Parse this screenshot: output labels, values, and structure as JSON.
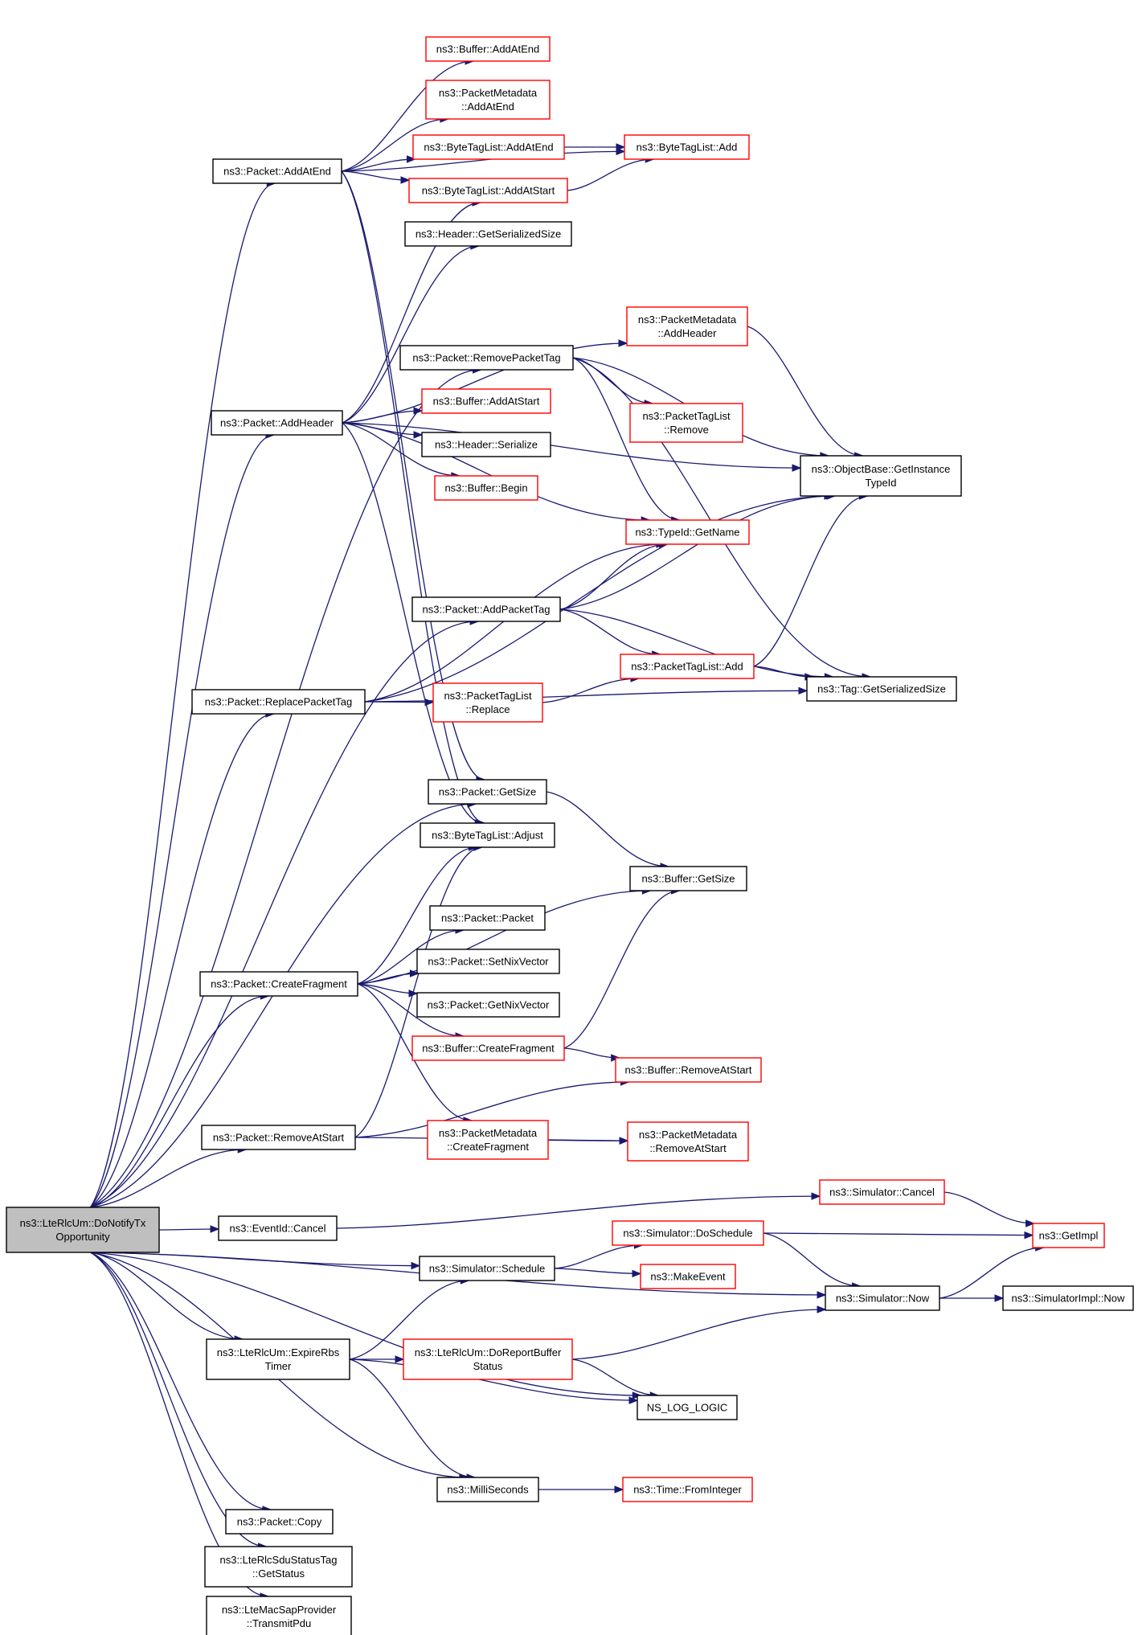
{
  "colors": {
    "edge": "#191970",
    "node_border_default": "#000000",
    "node_border_truncated": "#ff0000",
    "node_fill": "#ffffff",
    "root_fill": "#bfbfbf"
  },
  "nodes": [
    {
      "id": "root",
      "lines": [
        "ns3::LteRlcUm::DoNotifyTx",
        "Opportunity"
      ],
      "style": "root"
    },
    {
      "id": "addAtEnd",
      "lines": [
        "ns3::Packet::AddAtEnd"
      ],
      "style": "normal"
    },
    {
      "id": "bufAddAtEnd",
      "lines": [
        "ns3::Buffer::AddAtEnd"
      ],
      "style": "truncated"
    },
    {
      "id": "pmAddAtEnd",
      "lines": [
        "ns3::PacketMetadata",
        "::AddAtEnd"
      ],
      "style": "truncated"
    },
    {
      "id": "btlAddAtEnd",
      "lines": [
        "ns3::ByteTagList::AddAtEnd"
      ],
      "style": "truncated"
    },
    {
      "id": "btlAdd",
      "lines": [
        "ns3::ByteTagList::Add"
      ],
      "style": "truncated"
    },
    {
      "id": "btlAddAtStart",
      "lines": [
        "ns3::ByteTagList::AddAtStart"
      ],
      "style": "truncated"
    },
    {
      "id": "hdrGetSerSize",
      "lines": [
        "ns3::Header::GetSerializedSize"
      ],
      "style": "normal"
    },
    {
      "id": "pmAddHeader",
      "lines": [
        "ns3::PacketMetadata",
        "::AddHeader"
      ],
      "style": "truncated"
    },
    {
      "id": "removePacketTag",
      "lines": [
        "ns3::Packet::RemovePacketTag"
      ],
      "style": "normal"
    },
    {
      "id": "bufAddAtStart",
      "lines": [
        "ns3::Buffer::AddAtStart"
      ],
      "style": "truncated"
    },
    {
      "id": "ptlRemove",
      "lines": [
        "ns3::PacketTagList",
        "::Remove"
      ],
      "style": "truncated"
    },
    {
      "id": "addHeader",
      "lines": [
        "ns3::Packet::AddHeader"
      ],
      "style": "normal"
    },
    {
      "id": "hdrSerialize",
      "lines": [
        "ns3::Header::Serialize"
      ],
      "style": "normal"
    },
    {
      "id": "obGetInstance",
      "lines": [
        "ns3::ObjectBase::GetInstance",
        "TypeId"
      ],
      "style": "normal"
    },
    {
      "id": "bufBegin",
      "lines": [
        "ns3::Buffer::Begin"
      ],
      "style": "truncated"
    },
    {
      "id": "typeIdGetName",
      "lines": [
        "ns3::TypeId::GetName"
      ],
      "style": "truncated"
    },
    {
      "id": "addPacketTag",
      "lines": [
        "ns3::Packet::AddPacketTag"
      ],
      "style": "normal"
    },
    {
      "id": "ptlAdd",
      "lines": [
        "ns3::PacketTagList::Add"
      ],
      "style": "truncated"
    },
    {
      "id": "tagGetSerSize",
      "lines": [
        "ns3::Tag::GetSerializedSize"
      ],
      "style": "normal"
    },
    {
      "id": "replacePacketTag",
      "lines": [
        "ns3::Packet::ReplacePacketTag"
      ],
      "style": "normal"
    },
    {
      "id": "ptlReplace",
      "lines": [
        "ns3::PacketTagList",
        "::Replace"
      ],
      "style": "truncated"
    },
    {
      "id": "packetGetSize",
      "lines": [
        "ns3::Packet::GetSize"
      ],
      "style": "normal"
    },
    {
      "id": "btlAdjust",
      "lines": [
        "ns3::ByteTagList::Adjust"
      ],
      "style": "normal"
    },
    {
      "id": "bufGetSize",
      "lines": [
        "ns3::Buffer::GetSize"
      ],
      "style": "normal"
    },
    {
      "id": "packetPacket",
      "lines": [
        "ns3::Packet::Packet"
      ],
      "style": "normal"
    },
    {
      "id": "setNixVector",
      "lines": [
        "ns3::Packet::SetNixVector"
      ],
      "style": "normal"
    },
    {
      "id": "createFragment",
      "lines": [
        "ns3::Packet::CreateFragment"
      ],
      "style": "normal"
    },
    {
      "id": "getNixVector",
      "lines": [
        "ns3::Packet::GetNixVector"
      ],
      "style": "normal"
    },
    {
      "id": "bufCreateFragment",
      "lines": [
        "ns3::Buffer::CreateFragment"
      ],
      "style": "truncated"
    },
    {
      "id": "bufRemoveAtStart",
      "lines": [
        "ns3::Buffer::RemoveAtStart"
      ],
      "style": "truncated"
    },
    {
      "id": "pmCreateFragment",
      "lines": [
        "ns3::PacketMetadata",
        "::CreateFragment"
      ],
      "style": "truncated"
    },
    {
      "id": "removeAtStart",
      "lines": [
        "ns3::Packet::RemoveAtStart"
      ],
      "style": "normal"
    },
    {
      "id": "pmRemoveAtStart",
      "lines": [
        "ns3::PacketMetadata",
        "::RemoveAtStart"
      ],
      "style": "truncated"
    },
    {
      "id": "simCancel",
      "lines": [
        "ns3::Simulator::Cancel"
      ],
      "style": "truncated"
    },
    {
      "id": "eventIdCancel",
      "lines": [
        "ns3::EventId::Cancel"
      ],
      "style": "normal"
    },
    {
      "id": "getImpl",
      "lines": [
        "ns3::GetImpl"
      ],
      "style": "truncated"
    },
    {
      "id": "simDoSchedule",
      "lines": [
        "ns3::Simulator::DoSchedule"
      ],
      "style": "truncated"
    },
    {
      "id": "simSchedule",
      "lines": [
        "ns3::Simulator::Schedule"
      ],
      "style": "normal"
    },
    {
      "id": "makeEvent",
      "lines": [
        "ns3::MakeEvent"
      ],
      "style": "truncated"
    },
    {
      "id": "simNow",
      "lines": [
        "ns3::Simulator::Now"
      ],
      "style": "normal"
    },
    {
      "id": "simImplNow",
      "lines": [
        "ns3::SimulatorImpl::Now"
      ],
      "style": "normal"
    },
    {
      "id": "expireRbsTimer",
      "lines": [
        "ns3::LteRlcUm::ExpireRbs",
        "Timer"
      ],
      "style": "normal"
    },
    {
      "id": "doReportBufferStatus",
      "lines": [
        "ns3::LteRlcUm::DoReportBuffer",
        "Status"
      ],
      "style": "truncated"
    },
    {
      "id": "nsLogLogic",
      "lines": [
        "NS_LOG_LOGIC"
      ],
      "style": "normal"
    },
    {
      "id": "milliSeconds",
      "lines": [
        "ns3::MilliSeconds"
      ],
      "style": "normal"
    },
    {
      "id": "timeFromInteger",
      "lines": [
        "ns3::Time::FromInteger"
      ],
      "style": "truncated"
    },
    {
      "id": "packetCopy",
      "lines": [
        "ns3::Packet::Copy"
      ],
      "style": "normal"
    },
    {
      "id": "sduGetStatus",
      "lines": [
        "ns3::LteRlcSduStatusTag",
        "::GetStatus"
      ],
      "style": "normal"
    },
    {
      "id": "transmitPdu",
      "lines": [
        "ns3::LteMacSapProvider",
        "::TransmitPdu"
      ],
      "style": "normal"
    }
  ],
  "edges": [
    [
      "root",
      "addAtEnd"
    ],
    [
      "root",
      "addHeader"
    ],
    [
      "root",
      "removePacketTag"
    ],
    [
      "root",
      "addPacketTag"
    ],
    [
      "root",
      "replacePacketTag"
    ],
    [
      "root",
      "packetGetSize"
    ],
    [
      "root",
      "createFragment"
    ],
    [
      "root",
      "removeAtStart"
    ],
    [
      "root",
      "eventIdCancel"
    ],
    [
      "root",
      "simSchedule"
    ],
    [
      "root",
      "simNow"
    ],
    [
      "root",
      "expireRbsTimer"
    ],
    [
      "root",
      "nsLogLogic"
    ],
    [
      "root",
      "milliSeconds"
    ],
    [
      "root",
      "packetCopy"
    ],
    [
      "root",
      "sduGetStatus"
    ],
    [
      "root",
      "transmitPdu"
    ],
    [
      "addAtEnd",
      "bufAddAtEnd"
    ],
    [
      "addAtEnd",
      "pmAddAtEnd"
    ],
    [
      "addAtEnd",
      "btlAddAtEnd"
    ],
    [
      "addAtEnd",
      "btlAdd"
    ],
    [
      "addAtEnd",
      "btlAddAtStart"
    ],
    [
      "addAtEnd",
      "packetGetSize"
    ],
    [
      "addAtEnd",
      "btlAdjust"
    ],
    [
      "btlAddAtEnd",
      "btlAdd"
    ],
    [
      "btlAddAtStart",
      "btlAdd"
    ],
    [
      "addHeader",
      "btlAddAtStart"
    ],
    [
      "addHeader",
      "hdrGetSerSize"
    ],
    [
      "addHeader",
      "pmAddHeader"
    ],
    [
      "addHeader",
      "bufAddAtStart"
    ],
    [
      "addHeader",
      "hdrSerialize"
    ],
    [
      "addHeader",
      "bufBegin"
    ],
    [
      "addHeader",
      "typeIdGetName"
    ],
    [
      "addHeader",
      "obGetInstance"
    ],
    [
      "addHeader",
      "btlAdjust"
    ],
    [
      "pmAddHeader",
      "obGetInstance"
    ],
    [
      "removePacketTag",
      "ptlRemove"
    ],
    [
      "removePacketTag",
      "obGetInstance"
    ],
    [
      "removePacketTag",
      "typeIdGetName"
    ],
    [
      "removePacketTag",
      "tagGetSerSize"
    ],
    [
      "addPacketTag",
      "typeIdGetName"
    ],
    [
      "addPacketTag",
      "obGetInstance"
    ],
    [
      "addPacketTag",
      "ptlAdd"
    ],
    [
      "addPacketTag",
      "tagGetSerSize"
    ],
    [
      "ptlAdd",
      "tagGetSerSize"
    ],
    [
      "ptlAdd",
      "obGetInstance"
    ],
    [
      "replacePacketTag",
      "typeIdGetName"
    ],
    [
      "replacePacketTag",
      "obGetInstance"
    ],
    [
      "replacePacketTag",
      "ptlReplace"
    ],
    [
      "replacePacketTag",
      "tagGetSerSize"
    ],
    [
      "ptlReplace",
      "ptlAdd"
    ],
    [
      "packetGetSize",
      "bufGetSize"
    ],
    [
      "createFragment",
      "btlAdjust"
    ],
    [
      "createFragment",
      "bufGetSize"
    ],
    [
      "createFragment",
      "packetPacket"
    ],
    [
      "createFragment",
      "setNixVector"
    ],
    [
      "createFragment",
      "getNixVector"
    ],
    [
      "createFragment",
      "bufCreateFragment"
    ],
    [
      "createFragment",
      "pmCreateFragment"
    ],
    [
      "bufCreateFragment",
      "bufGetSize"
    ],
    [
      "bufCreateFragment",
      "bufRemoveAtStart"
    ],
    [
      "pmCreateFragment",
      "pmRemoveAtStart"
    ],
    [
      "removeAtStart",
      "btlAdjust"
    ],
    [
      "removeAtStart",
      "bufRemoveAtStart"
    ],
    [
      "removeAtStart",
      "pmRemoveAtStart"
    ],
    [
      "eventIdCancel",
      "simCancel"
    ],
    [
      "simCancel",
      "getImpl"
    ],
    [
      "simSchedule",
      "simDoSchedule"
    ],
    [
      "simSchedule",
      "makeEvent"
    ],
    [
      "simDoSchedule",
      "getImpl"
    ],
    [
      "simDoSchedule",
      "simNow"
    ],
    [
      "simNow",
      "getImpl"
    ],
    [
      "simNow",
      "simImplNow"
    ],
    [
      "expireRbsTimer",
      "simSchedule"
    ],
    [
      "expireRbsTimer",
      "doReportBufferStatus"
    ],
    [
      "expireRbsTimer",
      "nsLogLogic"
    ],
    [
      "expireRbsTimer",
      "milliSeconds"
    ],
    [
      "doReportBufferStatus",
      "simNow"
    ],
    [
      "doReportBufferStatus",
      "nsLogLogic"
    ],
    [
      "milliSeconds",
      "timeFromInteger"
    ]
  ]
}
